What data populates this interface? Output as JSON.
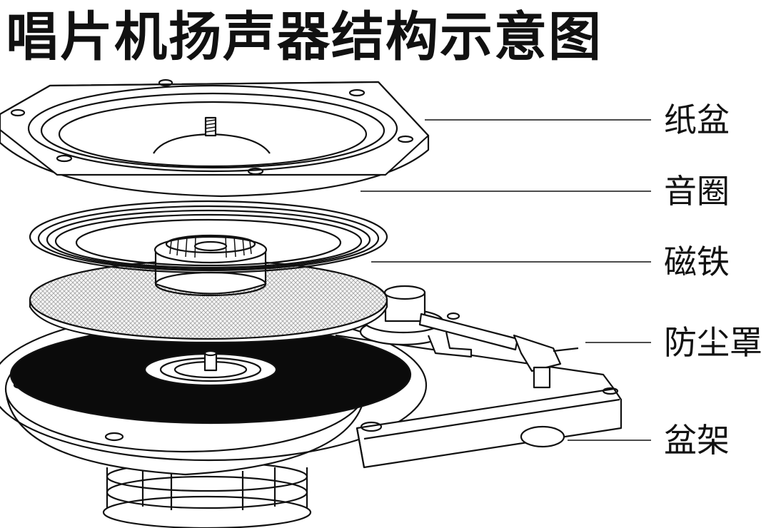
{
  "title": "唱片机扬声器结构示意图",
  "callouts": [
    {
      "id": "cone",
      "label": "纸盆"
    },
    {
      "id": "coil",
      "label": "音圈"
    },
    {
      "id": "magnet",
      "label": "磁铁"
    },
    {
      "id": "dustcap",
      "label": "防尘罩"
    },
    {
      "id": "frame",
      "label": "盆架"
    }
  ],
  "colors": {
    "ink": "#111111",
    "record": "#0b0b0b",
    "paper": "#ffffff"
  }
}
